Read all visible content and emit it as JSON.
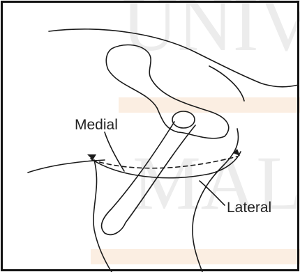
{
  "labels": {
    "medial": "Medial",
    "lateral": "Lateral"
  },
  "watermark": {
    "line1": "UNIV",
    "line2": "MAL"
  },
  "colors": {
    "line": "#1a1a1a",
    "watermark_text": "#ececec",
    "watermark_band": "#fbeee2",
    "border": "#111111"
  }
}
